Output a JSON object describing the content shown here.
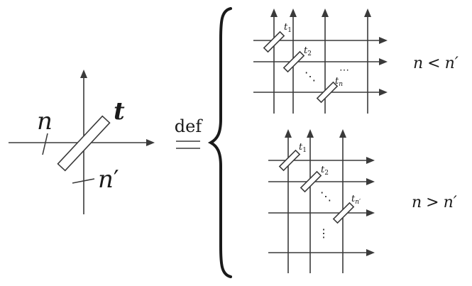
{
  "left": {
    "label_n": "n",
    "label_t": "t",
    "label_nprime_base": "n",
    "label_nprime_prime": "′"
  },
  "equiv": {
    "def": "def",
    "sym": "="
  },
  "top_case": {
    "t1_base": "t",
    "t1_sub": "1",
    "t2_base": "t",
    "t2_sub": "2",
    "tn_base": "t",
    "tn_sub": "n",
    "dots_diag": "⋱",
    "dots_h": "⋯",
    "cond_lhs": "n",
    "cond_op": "<",
    "cond_rhs": "n′"
  },
  "bottom_case": {
    "t1_base": "t",
    "t1_sub": "1",
    "t2_base": "t",
    "t2_sub": "2",
    "tn_base": "t",
    "tn_sub": "n′",
    "dots_diag": "⋱",
    "dots_v": "⋮",
    "cond_lhs": "n",
    "cond_op": ">",
    "cond_rhs": "n′"
  }
}
